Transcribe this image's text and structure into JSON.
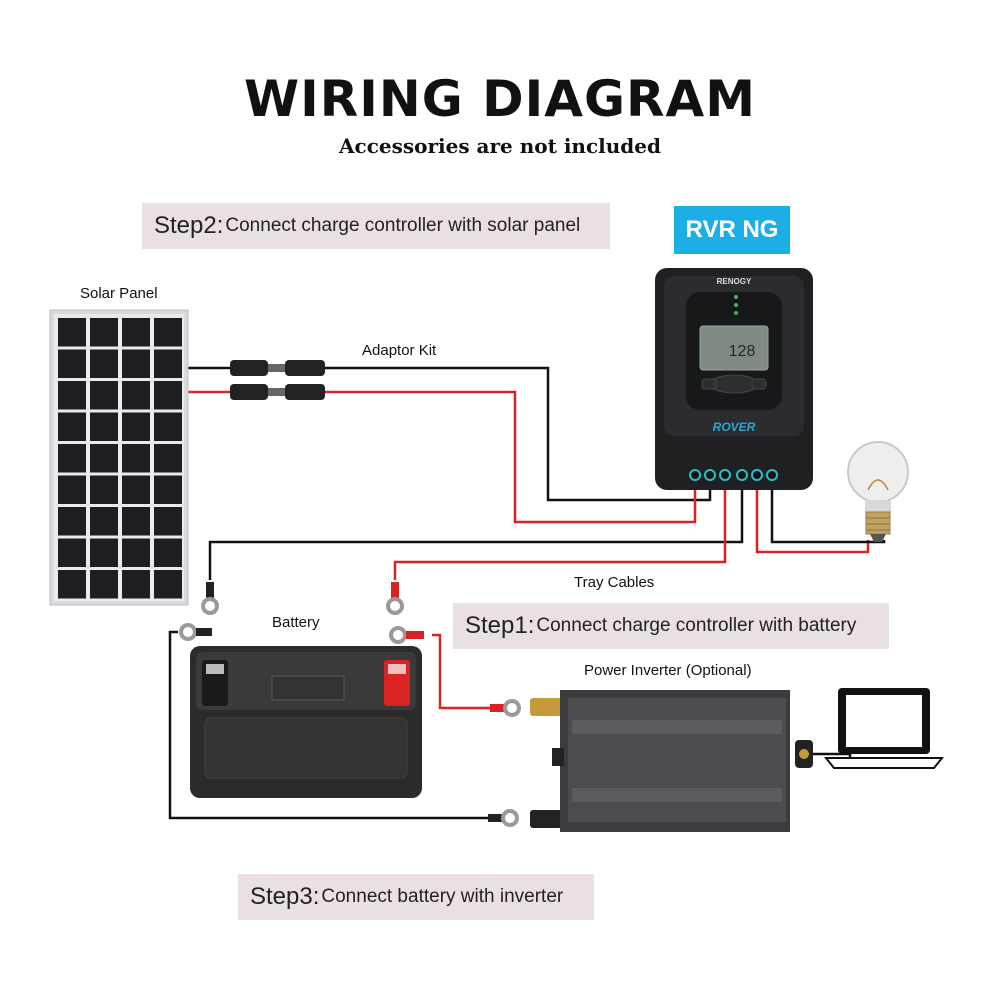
{
  "header": {
    "title": "WIRING DIAGRAM",
    "subtitle": "Accessories are not included"
  },
  "steps": [
    {
      "number": "Step2:",
      "text": "Connect charge controller with solar panel"
    },
    {
      "number": "Step1:",
      "text": "Connect charge controller with battery"
    },
    {
      "number": "Step3:",
      "text": "Connect battery with inverter"
    }
  ],
  "model_badge": "RVR NG",
  "labels": {
    "solar_panel": "Solar Panel",
    "adaptor_kit": "Adaptor Kit",
    "tray_cables": "Tray Cables",
    "battery": "Battery",
    "power_inverter": "Power Inverter (Optional)"
  },
  "controller": {
    "brand": "RENOGY",
    "model": "ROVER",
    "display_value": "128"
  },
  "colors": {
    "badge": "#1eaee6",
    "step_bg": "#e9e0e4",
    "positive_wire": "#d92323",
    "negative_wire": "#111111",
    "controller_body": "#1f2022",
    "port_ring": "#27c0c9"
  },
  "icons": [
    "solar-panel-icon",
    "charge-controller-icon",
    "light-bulb-icon",
    "battery-icon",
    "power-inverter-icon",
    "laptop-icon",
    "ring-terminal-icon",
    "mc4-connector-icon"
  ]
}
